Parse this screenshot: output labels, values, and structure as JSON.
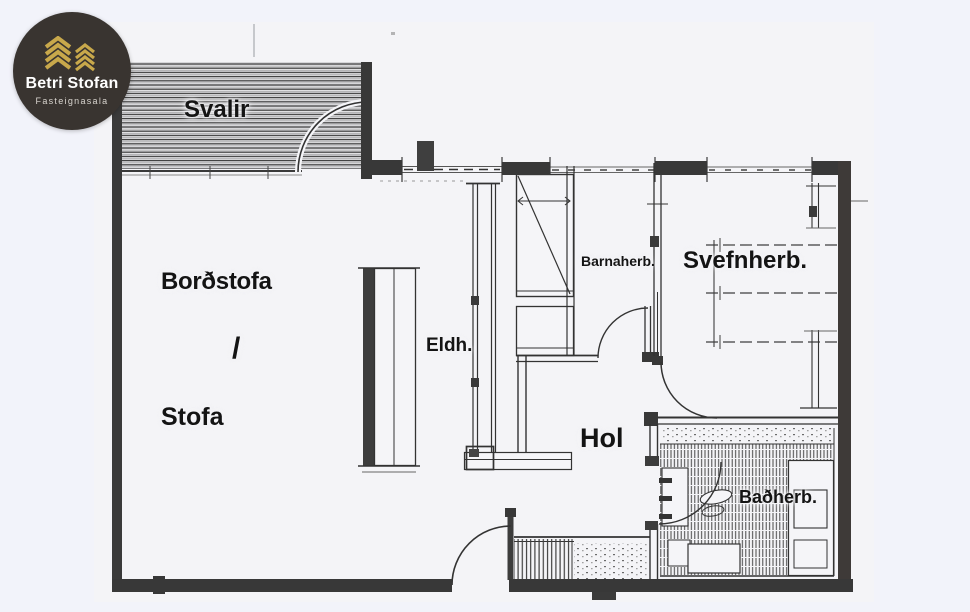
{
  "page": {
    "background_color": "#f2f3fa",
    "paper_color": "#f4f4f7",
    "line_color": "#383838"
  },
  "logo": {
    "name": "Betri Stofan",
    "subtitle": "Fasteignasala",
    "circle_color": "#393430",
    "accent_color": "#c8a84b",
    "icon": "gold-chevrons-icon"
  },
  "floorplan": {
    "type": "apartment-floor-plan-scan",
    "rooms": [
      {
        "id": "svalir",
        "label": "Svalir"
      },
      {
        "id": "bordstofa",
        "label": "Borðstofa"
      },
      {
        "id": "room-divider",
        "label": "/"
      },
      {
        "id": "stofa",
        "label": "Stofa"
      },
      {
        "id": "eldhus",
        "label": "Eldh."
      },
      {
        "id": "barnaherbergi",
        "label": "Barnaherb."
      },
      {
        "id": "svefnherbergi",
        "label": "Svefnherb."
      },
      {
        "id": "hol",
        "label": "Hol"
      },
      {
        "id": "badherbergi",
        "label": "Baðherb."
      }
    ]
  }
}
